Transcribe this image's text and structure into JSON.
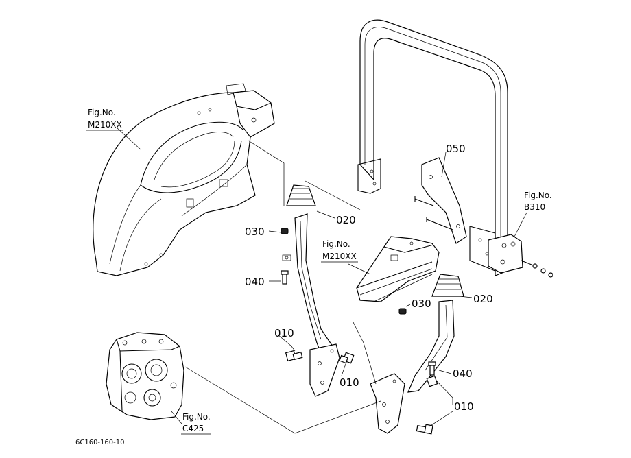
{
  "diagram": {
    "callouts": {
      "fig_m210xx_top_a": "Fig.No.",
      "fig_m210xx_top_b": "M210XX",
      "fig_m210xx_mid_a": "Fig.No.",
      "fig_m210xx_mid_b": "M210XX",
      "fig_b310_a": "Fig.No.",
      "fig_b310_b": "B310",
      "fig_c425_a": "Fig.No.",
      "fig_c425_b": "C425"
    },
    "parts": {
      "p050": "050",
      "p020_left": "020",
      "p020_right": "020",
      "p030_left": "030",
      "p030_right": "030",
      "p040_left": "040",
      "p040_right": "040",
      "p010_left_top": "010",
      "p010_left_bottom": "010",
      "p010_right": "010"
    },
    "drawing_number": "6C160-160-10"
  }
}
